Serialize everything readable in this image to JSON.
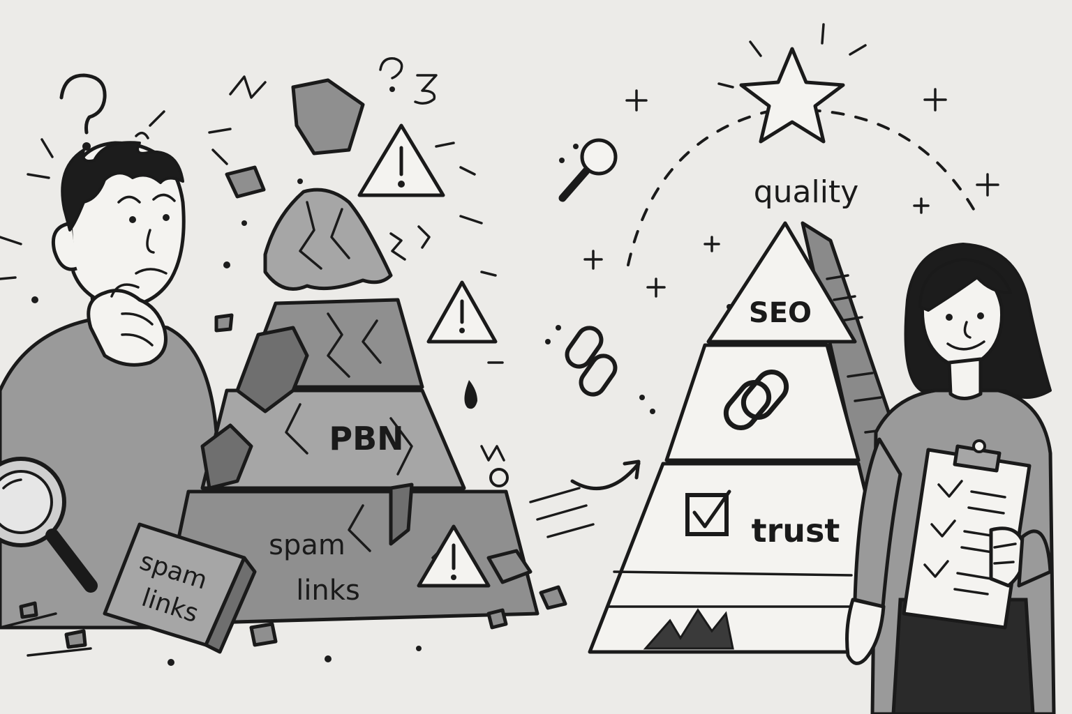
{
  "broken_pyramid": {
    "tier_middle": "PBN",
    "tier_base_line1": "spam",
    "tier_base_line2": "links",
    "fallen_block_line1": "spam",
    "fallen_block_line2": "links"
  },
  "quality_pyramid": {
    "caption": "quality",
    "tier_top": "SEO",
    "tier_base": "trust"
  },
  "icons": {
    "left": [
      "question-mark-icon",
      "warning-icon",
      "magnifier-icon",
      "drop-icon"
    ],
    "right": [
      "star-icon",
      "magnifier-icon",
      "link-icon",
      "checkbox-icon",
      "clipboard-icon",
      "sparkle-icon"
    ]
  },
  "colors": {
    "ink": "#1a1a1a",
    "paper": "#f4f3f0",
    "stone": "#8f8f8f",
    "background": "#ecebe8"
  }
}
